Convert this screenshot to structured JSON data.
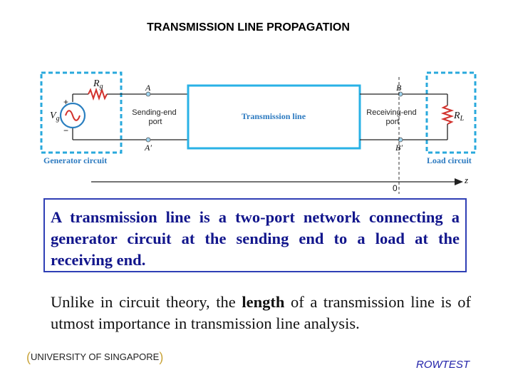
{
  "slide": {
    "title": "TRANSMISSION LINE PROPAGATION"
  },
  "diagram": {
    "generator_label": "Generator circuit",
    "load_label": "Load circuit",
    "transmission_line_label": "Transmission line",
    "sending_end_line1": "Sending-end",
    "sending_end_line2": "port",
    "receiving_end_line1": "Receiving-end",
    "receiving_end_line2": "port",
    "terminal_a": "A",
    "terminal_a_prime": "A′",
    "terminal_b": "B",
    "terminal_b_prime": "B′",
    "rg": "R",
    "rg_sub": "g",
    "vg": "V",
    "vg_sub": "g",
    "rl": "R",
    "rl_sub": "L",
    "plus": "+",
    "minus": "−",
    "z_axis": "z",
    "origin": "0",
    "colors": {
      "cyan": "#29a9dc",
      "line_box": "#29b2e6",
      "resistor": "#d2322d",
      "source": "#2a7fc0",
      "label_blue": "#2c7ac0",
      "terminal": "#9fd4ef"
    }
  },
  "statement": {
    "text": "A transmission line is a two-port network connecting a generator circuit at the sending end to a load at the receiving end."
  },
  "note": {
    "part1": "Unlike in circuit theory, the ",
    "emphasis": "length",
    "part2": " of a transmission line is of utmost importance in transmission line analysis."
  },
  "footer": {
    "open_paren": "(",
    "source_text": "UNIVERSITY OF SINGAPORE",
    "close_paren": ")",
    "author": "ROWTEST"
  }
}
